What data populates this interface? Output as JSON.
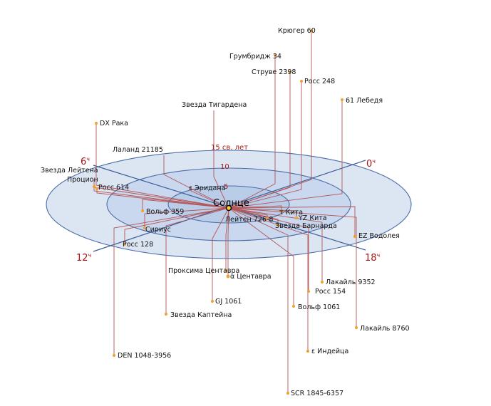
{
  "sun": {
    "label": "Солнце"
  },
  "rings": [
    {
      "id": "r5",
      "label": "5"
    },
    {
      "id": "r10",
      "label": "10"
    },
    {
      "id": "r15",
      "label": "15 св. лет"
    }
  ],
  "hours": [
    {
      "id": "h0",
      "value": "0",
      "unit": "ч"
    },
    {
      "id": "h6",
      "value": "6",
      "unit": "ч"
    },
    {
      "id": "h12",
      "value": "12",
      "unit": "ч"
    },
    {
      "id": "h18",
      "value": "18",
      "unit": "ч"
    }
  ],
  "stars": [
    {
      "id": "kruger60",
      "label": "Крюгер 60"
    },
    {
      "id": "groombridge34",
      "label": "Грумбридж 34"
    },
    {
      "id": "struve2398",
      "label": "Струве 2398"
    },
    {
      "id": "ross248",
      "label": "Росс 248"
    },
    {
      "id": "61cyg",
      "label": "61 Лебедя"
    },
    {
      "id": "teegarden",
      "label": "Звезда Тигардена"
    },
    {
      "id": "dxcnc",
      "label": "DX Рака"
    },
    {
      "id": "lalande21185",
      "label": "Лаланд 21185"
    },
    {
      "id": "luyten",
      "label": "Звезда Лейтена"
    },
    {
      "id": "procyon",
      "label": "Процион"
    },
    {
      "id": "ross614",
      "label": "Росс 614"
    },
    {
      "id": "epseri",
      "label": "ε Эридана"
    },
    {
      "id": "wolf359",
      "label": "Вольф 359"
    },
    {
      "id": "sirius",
      "label": "Сириус"
    },
    {
      "id": "ross128",
      "label": "Росс 128"
    },
    {
      "id": "taucet",
      "label": "τ Кита"
    },
    {
      "id": "yzcet",
      "label": "YZ Кита"
    },
    {
      "id": "luyten7268",
      "label": "Лейтен 726-8"
    },
    {
      "id": "barnard",
      "label": "Звезда Барнарда"
    },
    {
      "id": "ezaqr",
      "label": "EZ Водолея"
    },
    {
      "id": "proxima",
      "label": "Проксима Центавра"
    },
    {
      "id": "alphacen",
      "label": "α Центавра"
    },
    {
      "id": "lacaille9352",
      "label": "Лакайль 9352"
    },
    {
      "id": "ross154",
      "label": "Росс 154"
    },
    {
      "id": "gj1061",
      "label": "GJ 1061"
    },
    {
      "id": "wolf1061",
      "label": "Вольф 1061"
    },
    {
      "id": "kapteyn",
      "label": "Звезда Каптейна"
    },
    {
      "id": "lacaille8760",
      "label": "Лакайль 8760"
    },
    {
      "id": "epsind",
      "label": "ε Индейца"
    },
    {
      "id": "den1048",
      "label": "DEN 1048-3956"
    },
    {
      "id": "scr1845",
      "label": "SCR 1845-6357"
    }
  ],
  "colors": {
    "outer_disc": "#dce6f3",
    "middle_disc": "#c9d8ee",
    "inner_disc": "#b9cce8",
    "disc_stroke": "#4a6da8",
    "axis": "#3b5d99",
    "drop_line": "#b55555",
    "star_dot": "#f0a030",
    "label_red": "#a31515"
  }
}
